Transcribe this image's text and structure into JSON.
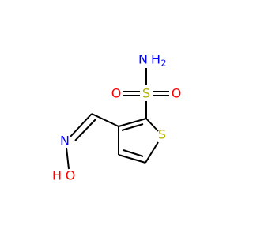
{
  "molecule": {
    "atoms": {
      "n_amide": {
        "symbol": "N",
        "color": "#0000ff"
      },
      "h_amide": {
        "symbol": "H",
        "color": "#0000ff"
      },
      "h2_sub": {
        "symbol": "2",
        "color": "#0000ff"
      },
      "s_sulfonyl": {
        "symbol": "S",
        "color": "#b2b200"
      },
      "o_left": {
        "symbol": "O",
        "color": "#ff0000"
      },
      "o_right": {
        "symbol": "O",
        "color": "#ff0000"
      },
      "s_ring": {
        "symbol": "S",
        "color": "#b2b200"
      },
      "n_oxime": {
        "symbol": "N",
        "color": "#0000ff"
      },
      "o_oxime": {
        "symbol": "O",
        "color": "#ff0000"
      },
      "h_oxime": {
        "symbol": "H",
        "color": "#ff0000"
      }
    },
    "colors": {
      "bond": "#000000",
      "oxygen": "#ff0000",
      "nitrogen": "#0000ff",
      "sulfur": "#b2b200"
    }
  }
}
